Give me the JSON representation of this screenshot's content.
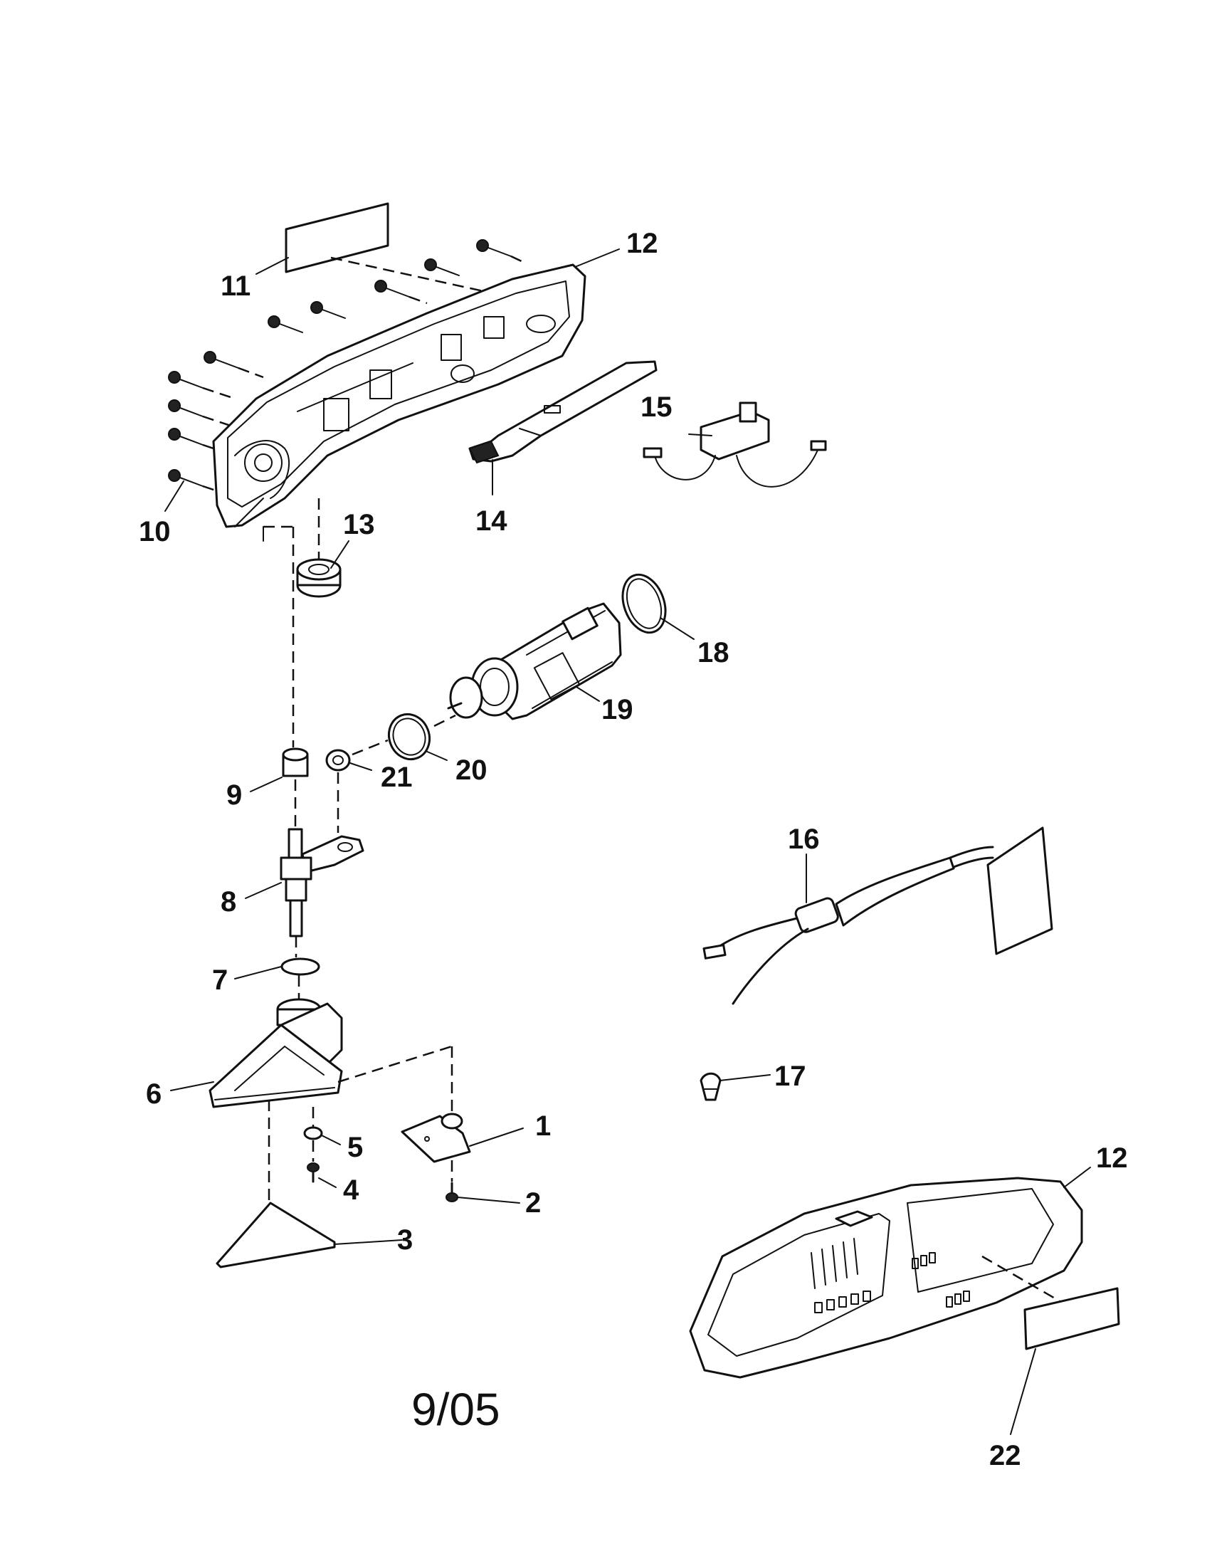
{
  "date_code": "9/05",
  "callouts": [
    {
      "id": "c1",
      "text": "1"
    },
    {
      "id": "c2",
      "text": "2"
    },
    {
      "id": "c3",
      "text": "3"
    },
    {
      "id": "c4",
      "text": "4"
    },
    {
      "id": "c5",
      "text": "5"
    },
    {
      "id": "c6",
      "text": "6"
    },
    {
      "id": "c7",
      "text": "7"
    },
    {
      "id": "c8",
      "text": "8"
    },
    {
      "id": "c9",
      "text": "9"
    },
    {
      "id": "c10",
      "text": "10"
    },
    {
      "id": "c11",
      "text": "11"
    },
    {
      "id": "c12a",
      "text": "12"
    },
    {
      "id": "c12b",
      "text": "12"
    },
    {
      "id": "c13",
      "text": "13"
    },
    {
      "id": "c14",
      "text": "14"
    },
    {
      "id": "c15",
      "text": "15"
    },
    {
      "id": "c16",
      "text": "16"
    },
    {
      "id": "c17",
      "text": "17"
    },
    {
      "id": "c18",
      "text": "18"
    },
    {
      "id": "c19",
      "text": "19"
    },
    {
      "id": "c20",
      "text": "20"
    },
    {
      "id": "c21",
      "text": "21"
    },
    {
      "id": "c22",
      "text": "22"
    }
  ]
}
